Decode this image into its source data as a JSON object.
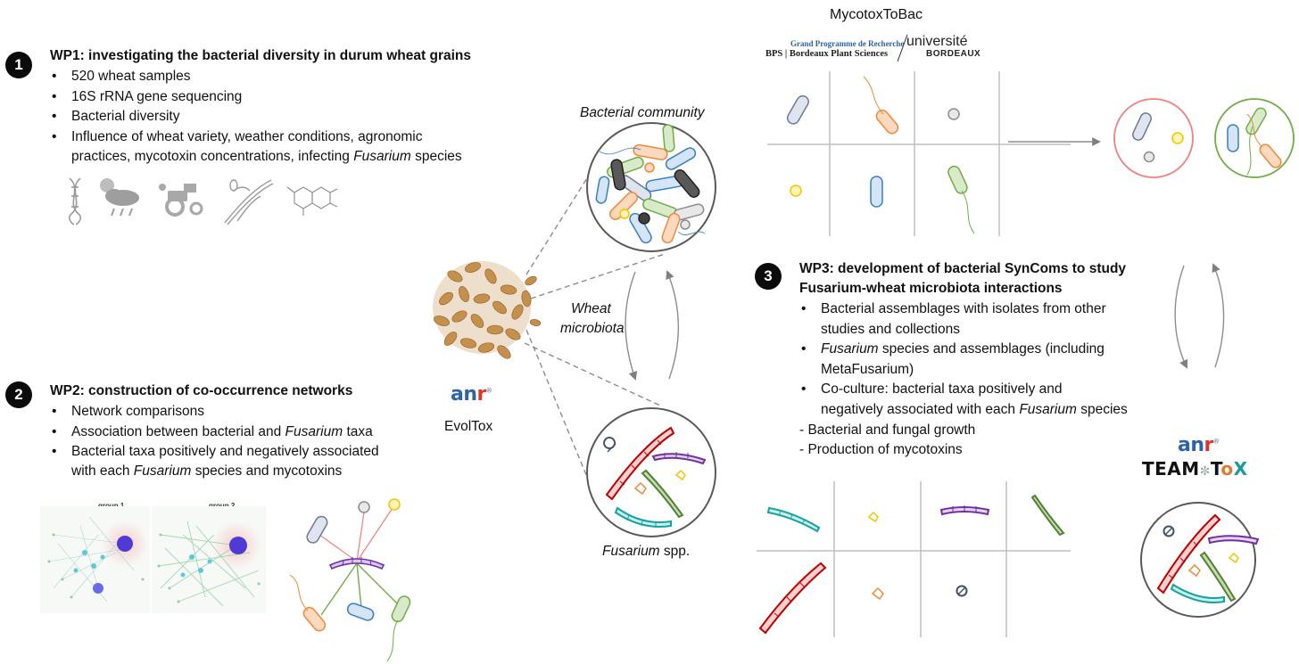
{
  "wp1": {
    "number": "1",
    "title": "WP1: investigating the bacterial diversity in durum wheat grains",
    "bullets": [
      "520 wheat samples",
      "16S rRNA gene sequencing",
      "Bacterial diversity"
    ],
    "bullet4_line1": "Influence of wheat variety, weather conditions, agronomic",
    "bullet4_line2_pre": "practices, mycotoxin concentrations, infecting ",
    "bullet4_line2_italic": "Fusarium",
    "bullet4_line2_post": " species",
    "icons": [
      "dna-icon",
      "weather-icon",
      "tractor-icon",
      "fusarium-spores-icon",
      "mycotoxin-molecule-icon"
    ]
  },
  "wp2": {
    "number": "2",
    "title": "WP2: construction of co-occurrence networks",
    "bullet1": "Network comparisons",
    "bullet2_pre": "Association between bacterial and ",
    "bullet2_italic": "Fusarium",
    "bullet2_post": " taxa",
    "bullet3_line1": "Bacterial taxa positively and negatively associated",
    "bullet3_line2_pre": "with each ",
    "bullet3_line2_italic": "Fusarium",
    "bullet3_line2_post": " species and mycotoxins",
    "network_labels": [
      "group 1",
      "group 2"
    ]
  },
  "wp3": {
    "number": "3",
    "title_line1": "WP3: development of bacterial SynComs to study",
    "title_line2": "Fusarium-wheat microbiota interactions",
    "b1_line1": "Bacterial assemblages with isolates from other",
    "b1_line2": "studies and collections",
    "b2_line1_italic": "Fusarium",
    "b2_line1_post": " species and assemblages (including",
    "b2_line2": "MetaFusarium)",
    "b3_line1": "Co-culture: bacterial taxa positively and",
    "b3_line2_pre": "negatively associated with each ",
    "b3_line2_italic": "Fusarium",
    "b3_line2_post": " species",
    "dash1": "- Bacterial and fungal growth",
    "dash2": "- Production of mycotoxins"
  },
  "center": {
    "bacterial_community": "Bacterial community",
    "wheat_microbiota_line1": "Wheat",
    "wheat_microbiota_line2": "microbiota",
    "fusarium_italic": "Fusarium",
    "fusarium_post": " spp.",
    "evoltox": "EvolTox",
    "anr_a": "an",
    "anr_r": "r"
  },
  "header": {
    "mycotoxtobac": "MycotoxToBac",
    "gpr_line1": "Grand Programme de Recherche",
    "gpr_line2": "BPS | Bordeaux Plant Sciences",
    "ub_line1": "université",
    "ub_line2": "BORDEAUX"
  },
  "teamtox": {
    "anr_a": "an",
    "anr_r": "r",
    "label_pre": "TEAM",
    "label_post": "T",
    "label_end": "X"
  },
  "colors": {
    "bacteria_gray": "#8e9cb3",
    "bacteria_orange": "#ef8a3c",
    "bacteria_blue": "#6fa8dc",
    "bacteria_green": "#70ad47",
    "bacteria_yellow": "#f2c500",
    "fusarium_red": "#c00000",
    "fusarium_purple": "#7030a0",
    "fusarium_teal": "#17a2a0",
    "fusarium_green": "#548235",
    "anr_blue": "#2e63a8",
    "anr_red": "#e4322b"
  }
}
